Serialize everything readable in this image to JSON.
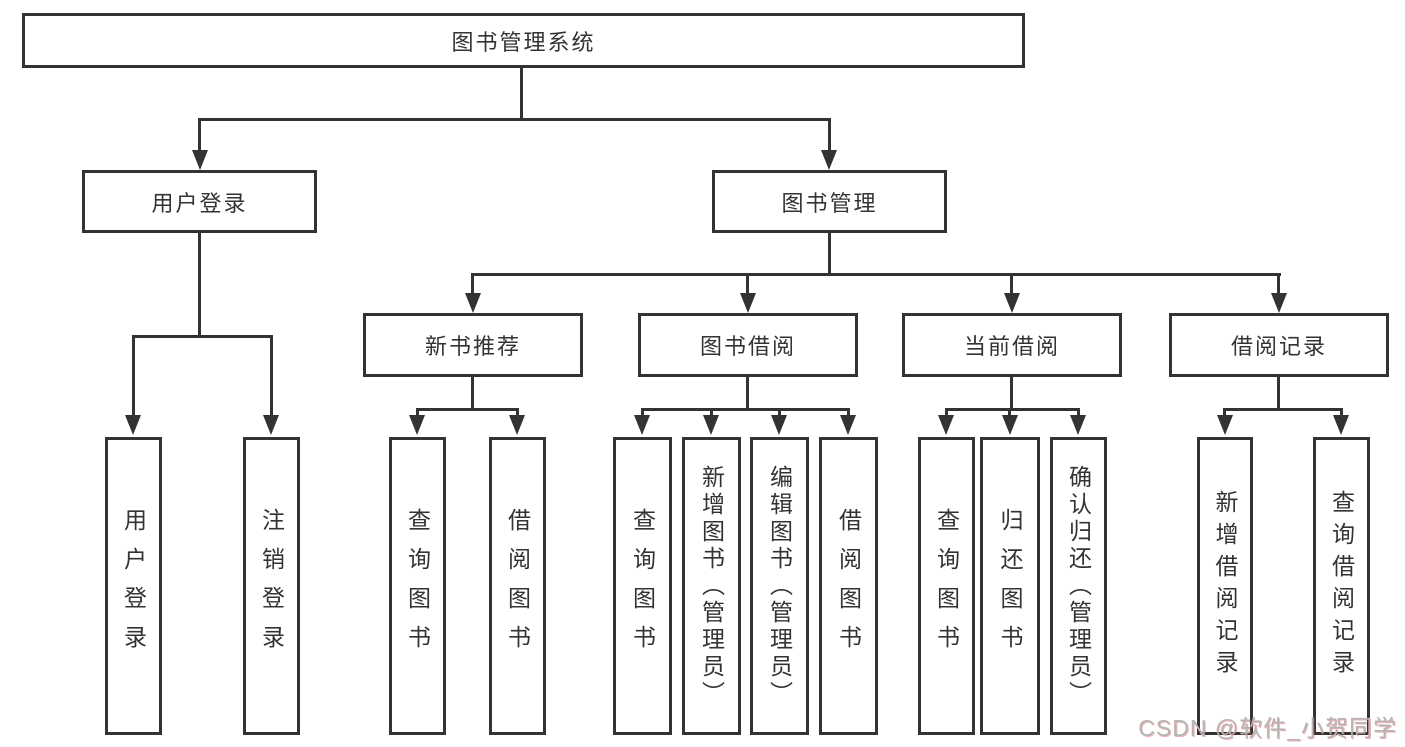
{
  "diagram": {
    "root": {
      "label": "图书管理系统"
    },
    "level2": [
      {
        "label": "用户登录"
      },
      {
        "label": "图书管理"
      }
    ],
    "level3": [
      {
        "label": "新书推荐"
      },
      {
        "label": "图书借阅"
      },
      {
        "label": "当前借阅"
      },
      {
        "label": "借阅记录"
      }
    ],
    "leaves": {
      "user_login": [
        "用户登录",
        "注销登录"
      ],
      "new_books": [
        "查询图书",
        "借阅图书"
      ],
      "book_borrow": [
        "查询图书",
        "新增图书（管理员）",
        "编辑图书（管理员）",
        "借阅图书"
      ],
      "current_borrow": [
        "查询图书",
        "归还图书",
        "确认归还（管理员）"
      ],
      "borrow_records": [
        "新增借阅记录",
        "查询借阅记录"
      ]
    },
    "colors": {
      "line": "#333333",
      "text": "#333333",
      "background": "#ffffff",
      "watermark": "#b5b5b5"
    },
    "watermark": "CSDN @软件_小贺同学"
  }
}
